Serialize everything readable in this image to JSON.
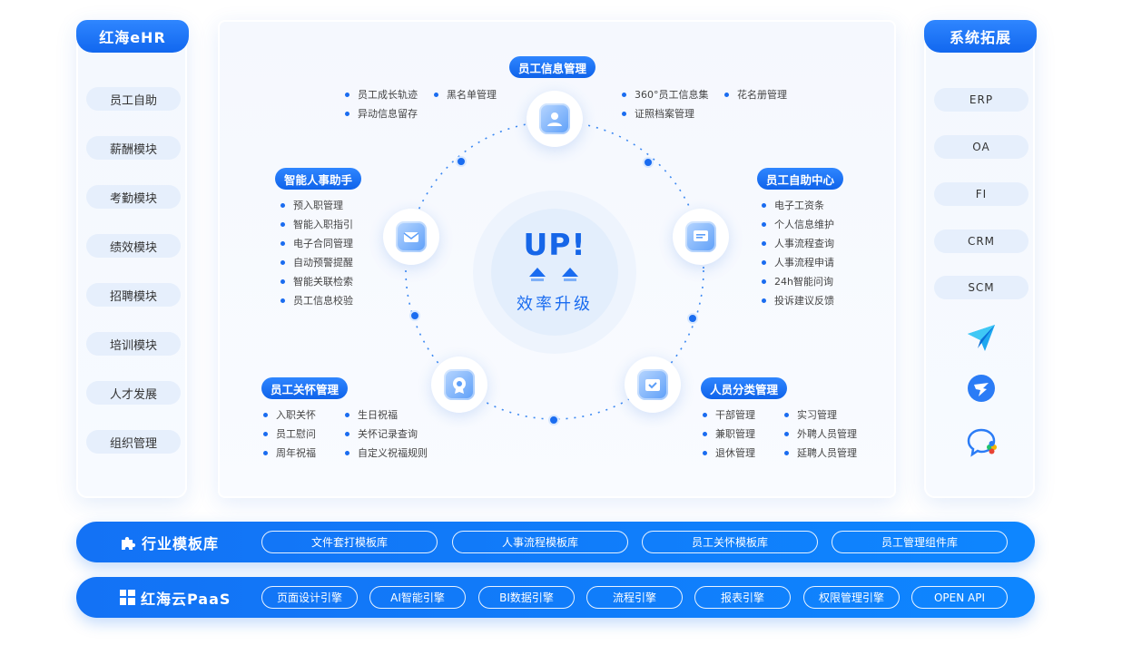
{
  "left_panel": {
    "title": "红海eHR",
    "items": [
      "员工自助",
      "薪酬模块",
      "考勤模块",
      "绩效模块",
      "招聘模块",
      "培训模块",
      "人才发展",
      "组织管理"
    ]
  },
  "right_panel": {
    "title": "系统拓展",
    "items": [
      "ERP",
      "OA",
      "FI",
      "CRM",
      "SCM"
    ],
    "icons": [
      "paper-plane-icon",
      "feishu-bird-icon",
      "chat-bubble-icon"
    ]
  },
  "center": {
    "hub_title": "UP!",
    "hub_subtitle": "效率升级",
    "sections": {
      "info": {
        "title": "员工信息管理",
        "left": [
          "员工成长轨迹",
          "异动信息留存"
        ],
        "left2": [
          "黑名单管理"
        ],
        "right": [
          "360°员工信息集",
          "证照档案管理"
        ],
        "right2": [
          "花名册管理"
        ]
      },
      "assistant": {
        "title": "智能人事助手",
        "items": [
          "预入职管理",
          "智能入职指引",
          "电子合同管理",
          "自动预警提醒",
          "智能关联检索",
          "员工信息校验"
        ]
      },
      "selfservice": {
        "title": "员工自助中心",
        "items": [
          "电子工资条",
          "个人信息维护",
          "人事流程查询",
          "人事流程申请",
          "24h智能问询",
          "投诉建议反馈"
        ]
      },
      "care": {
        "title": "员工关怀管理",
        "col1": [
          "入职关怀",
          "员工慰问",
          "周年祝福"
        ],
        "col2": [
          "生日祝福",
          "关怀记录查询",
          "自定义祝福规则"
        ]
      },
      "category": {
        "title": "人员分类管理",
        "col1": [
          "干部管理",
          "兼职管理",
          "退休管理"
        ],
        "col2": [
          "实习管理",
          "外聘人员管理",
          "延聘人员管理"
        ]
      }
    }
  },
  "industry_bar": {
    "title": "行业模板库",
    "items": [
      "文件套打模板库",
      "人事流程模板库",
      "员工关怀模板库",
      "员工管理组件库"
    ]
  },
  "paas_bar": {
    "title": "红海云PaaS",
    "items": [
      "页面设计引擎",
      "AI智能引擎",
      "BI数据引擎",
      "流程引擎",
      "报表引擎",
      "权限管理引擎",
      "OPEN API"
    ]
  },
  "colors": {
    "primary": "#1a6cf0",
    "light": "#e6effc"
  }
}
